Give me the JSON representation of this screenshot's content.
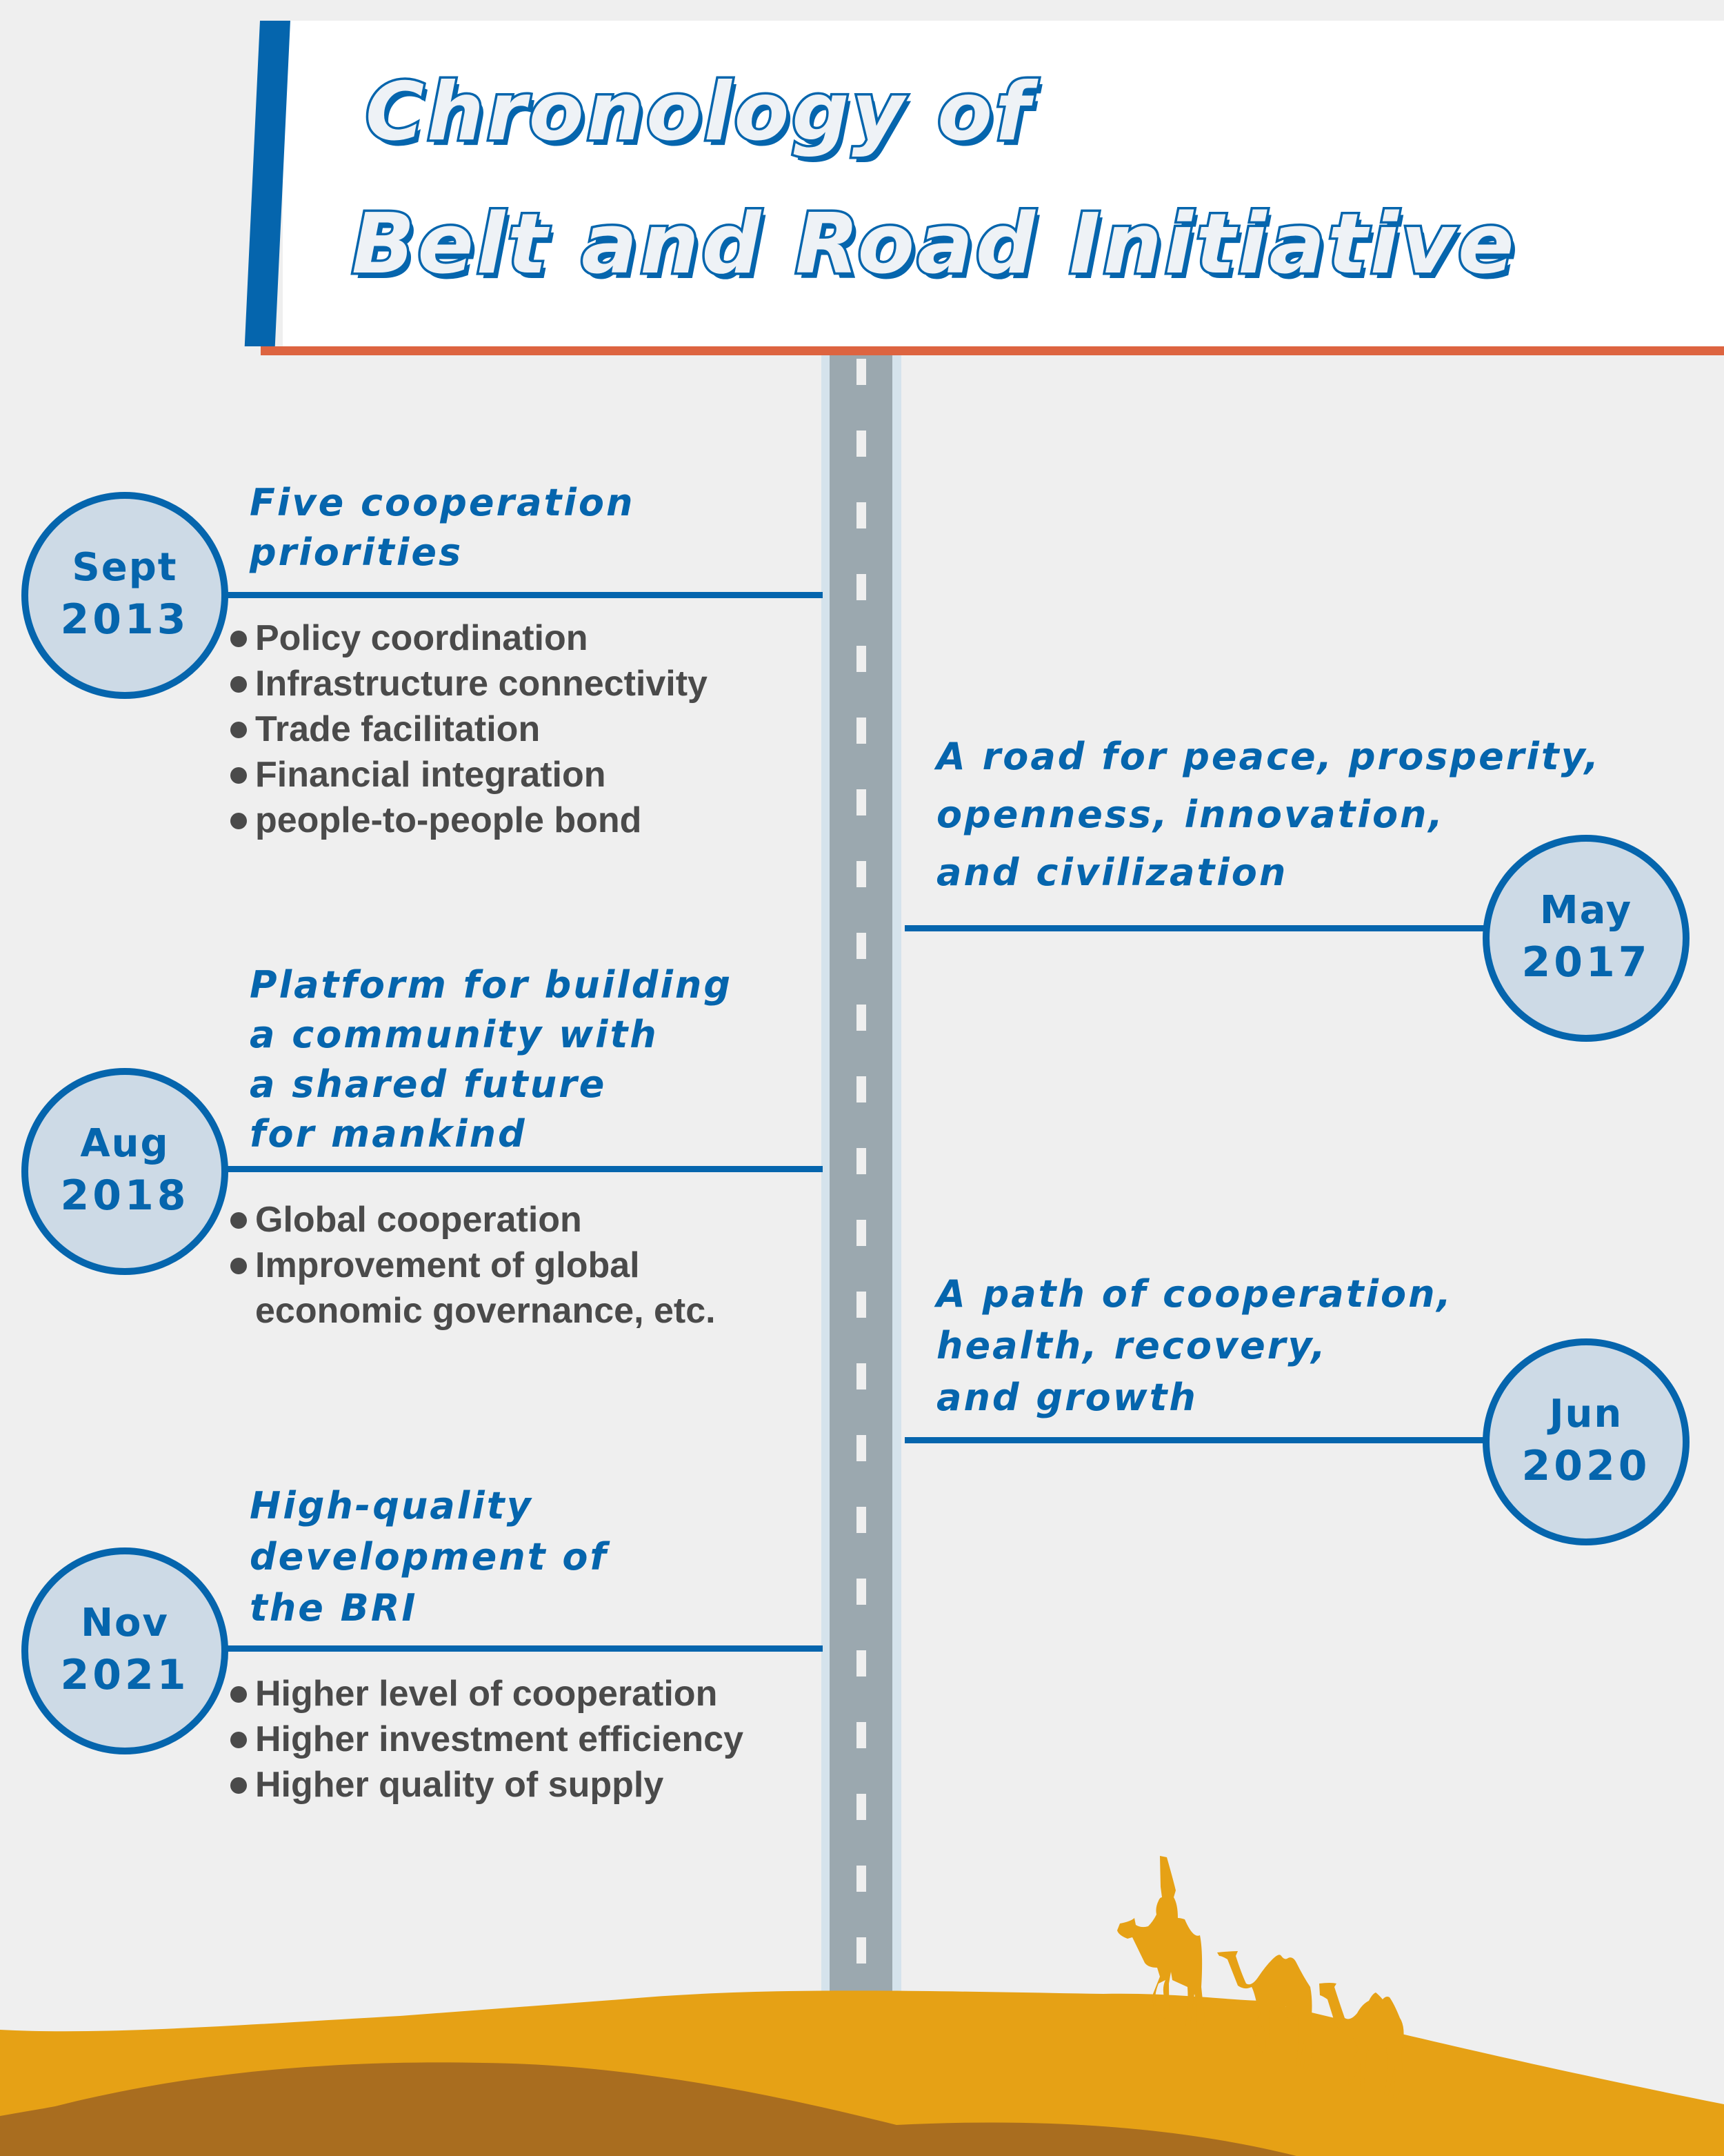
{
  "header": {
    "title_line1": "Chronology of",
    "title_line2": "Belt and Road Initiative"
  },
  "colors": {
    "primary_blue": "#0565ad",
    "accent_orange": "#dd6440",
    "circle_fill": "#cddae6",
    "road_gray": "#9ba8af",
    "road_edge": "#d5e3ec",
    "text_gray": "#4a4a4a",
    "sand_light": "#e6a115",
    "sand_dark": "#a96d1f",
    "background": "#efefef"
  },
  "timeline": [
    {
      "side": "left",
      "month": "Sept",
      "year": "2013",
      "heading": [
        "Five cooperation",
        "priorities"
      ],
      "bullets": [
        "Policy coordination",
        "Infrastructure connectivity",
        "Trade facilitation",
        "Financial integration",
        "people-to-people bond"
      ]
    },
    {
      "side": "right",
      "month": "May",
      "year": "2017",
      "heading": [
        "A road for peace, prosperity,",
        "openness, innovation,",
        "and civilization"
      ],
      "bullets": []
    },
    {
      "side": "left",
      "month": "Aug",
      "year": "2018",
      "heading": [
        "Platform for building",
        "a community with",
        "a shared future",
        "for mankind"
      ],
      "bullets": [
        "Global cooperation",
        "Improvement of global",
        "economic governance, etc."
      ]
    },
    {
      "side": "right",
      "month": "Jun",
      "year": "2020",
      "heading": [
        "A path of cooperation,",
        "health, recovery,",
        "and growth"
      ],
      "bullets": []
    },
    {
      "side": "left",
      "month": "Nov",
      "year": "2021",
      "heading": [
        "High-quality",
        "development of",
        "the BRI"
      ],
      "bullets": [
        "Higher level of cooperation",
        "Higher investment efficiency",
        "Higher quality of supply"
      ]
    }
  ],
  "illustration": {
    "icons": [
      "road-icon",
      "camel-caravan-icon",
      "desert-dunes-icon"
    ]
  }
}
